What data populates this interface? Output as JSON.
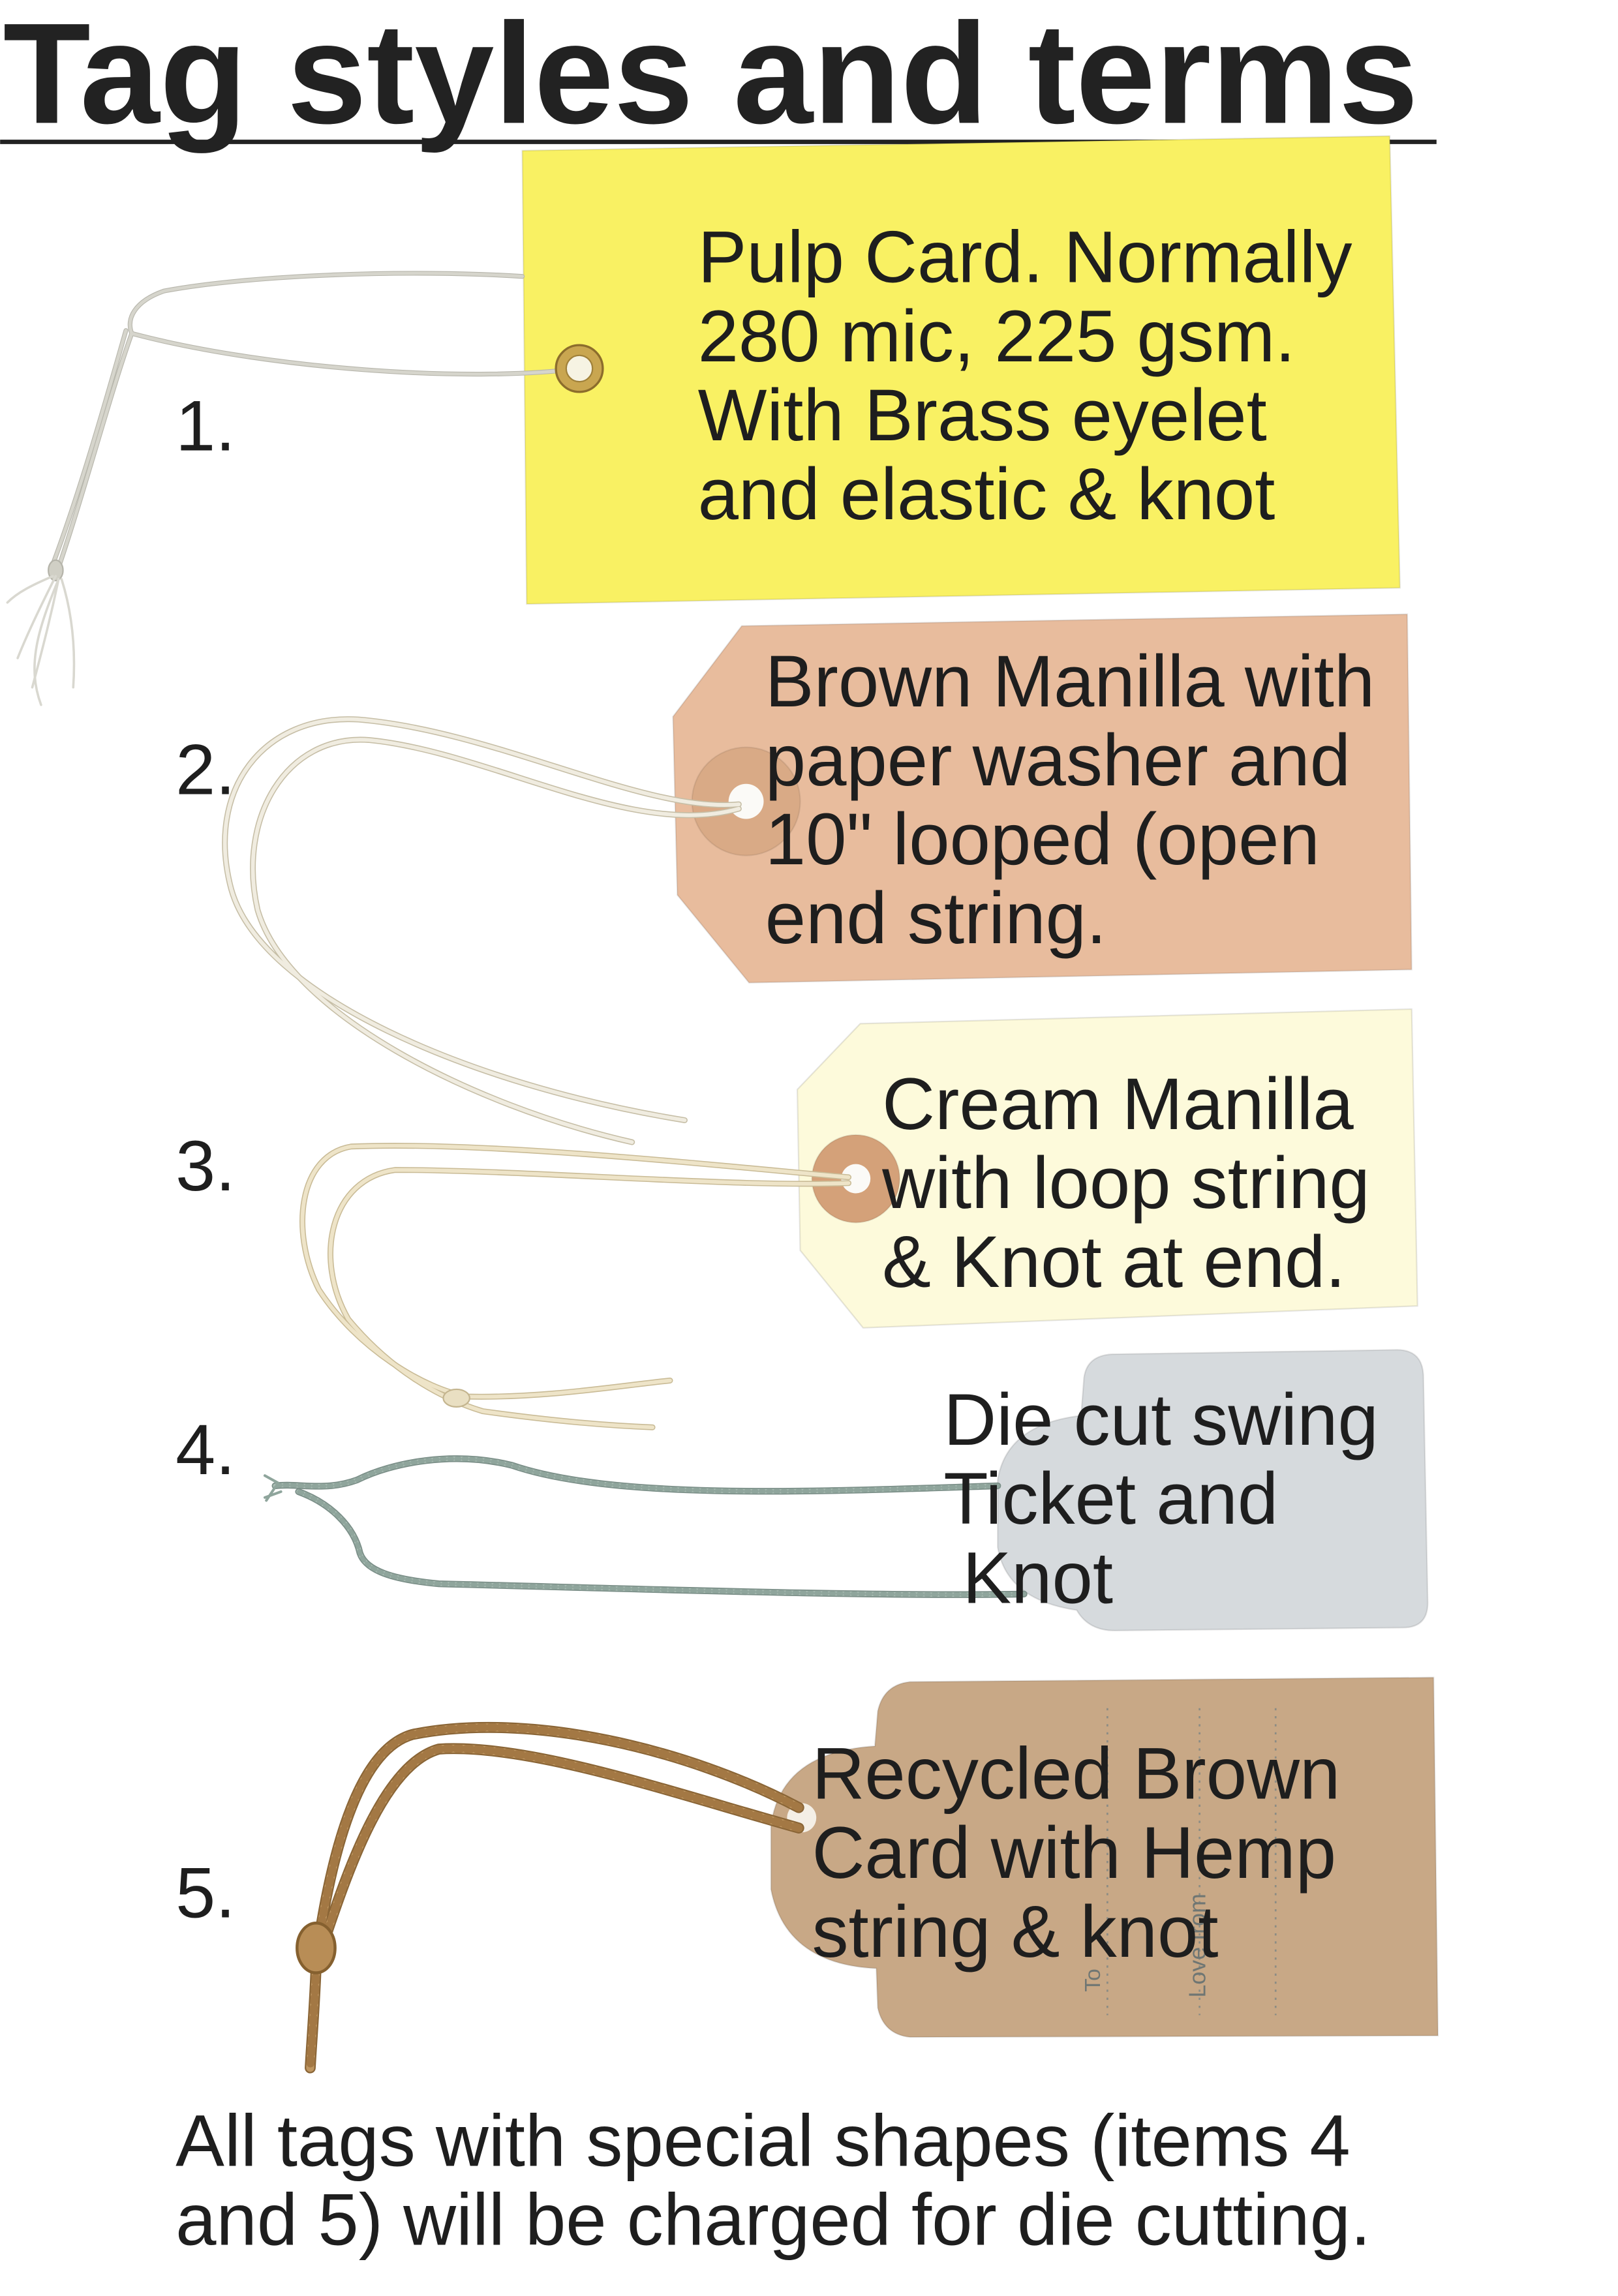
{
  "title": "Tag styles and terms",
  "tags": [
    {
      "number": "1.",
      "lines": [
        "Pulp Card. Normally",
        "280 mic, 225 gsm.",
        "With Brass eyelet",
        "and elastic & knot"
      ],
      "color": "#f9f163",
      "string_color": "#d6d5cc",
      "fitting_color": "#c9a650"
    },
    {
      "number": "2.",
      "lines": [
        "Brown Manilla with",
        "paper washer and",
        "10\" looped (open",
        "end string."
      ],
      "color": "#e8bc9d",
      "string_color": "#f0ece0",
      "fitting_color": "#d9aa86"
    },
    {
      "number": "3.",
      "lines": [
        "Cream Manilla",
        "with loop string",
        "& Knot at end."
      ],
      "color": "#fdfadb",
      "string_color": "#eee4c8",
      "fitting_color": "#d4a179"
    },
    {
      "number": "4.",
      "lines": [
        "Die cut swing",
        "Ticket and",
        "Knot"
      ],
      "color": "#d6dadd",
      "string_color": "#a9bcb3"
    },
    {
      "number": "5.",
      "lines": [
        "Recycled Brown",
        "Card with Hemp",
        "string & knot"
      ],
      "color": "#c8a886",
      "string_color": "#bf9660",
      "printed": {
        "to": "To",
        "love_from": "Love from"
      }
    }
  ],
  "footer": [
    "All tags with special shapes (items 4",
    "and 5) will be charged for die cutting."
  ]
}
